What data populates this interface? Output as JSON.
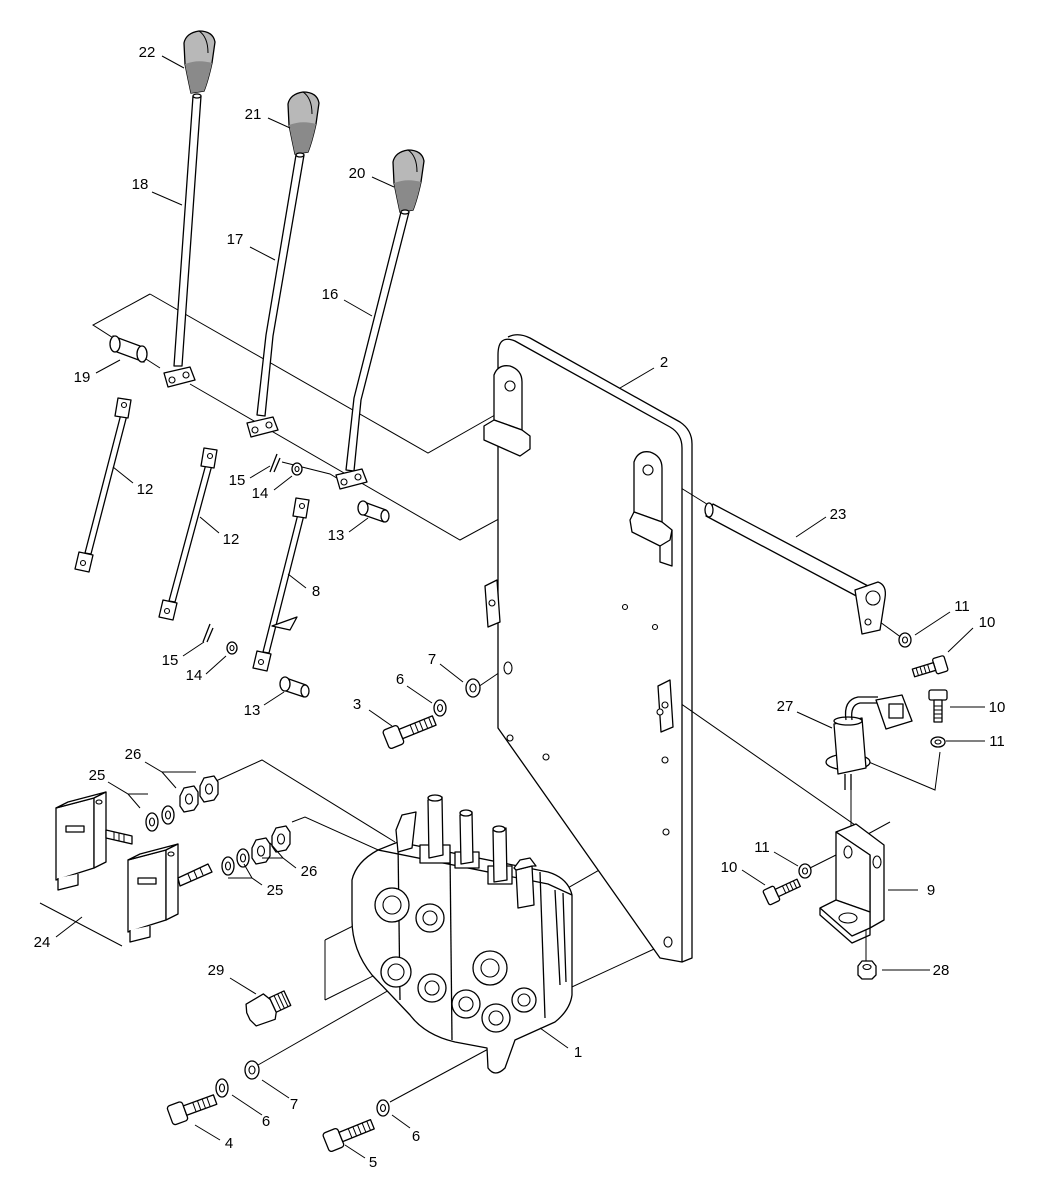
{
  "callouts": [
    "22",
    "21",
    "20",
    "18",
    "17",
    "16",
    "19",
    "2",
    "12",
    "15",
    "14",
    "12",
    "13",
    "23",
    "8",
    "11",
    "10",
    "15",
    "14",
    "7",
    "6",
    "3",
    "13",
    "27",
    "10",
    "11",
    "26",
    "25",
    "26",
    "25",
    "11",
    "10",
    "9",
    "24",
    "29",
    "28",
    "1",
    "7",
    "6",
    "4",
    "6",
    "5"
  ]
}
